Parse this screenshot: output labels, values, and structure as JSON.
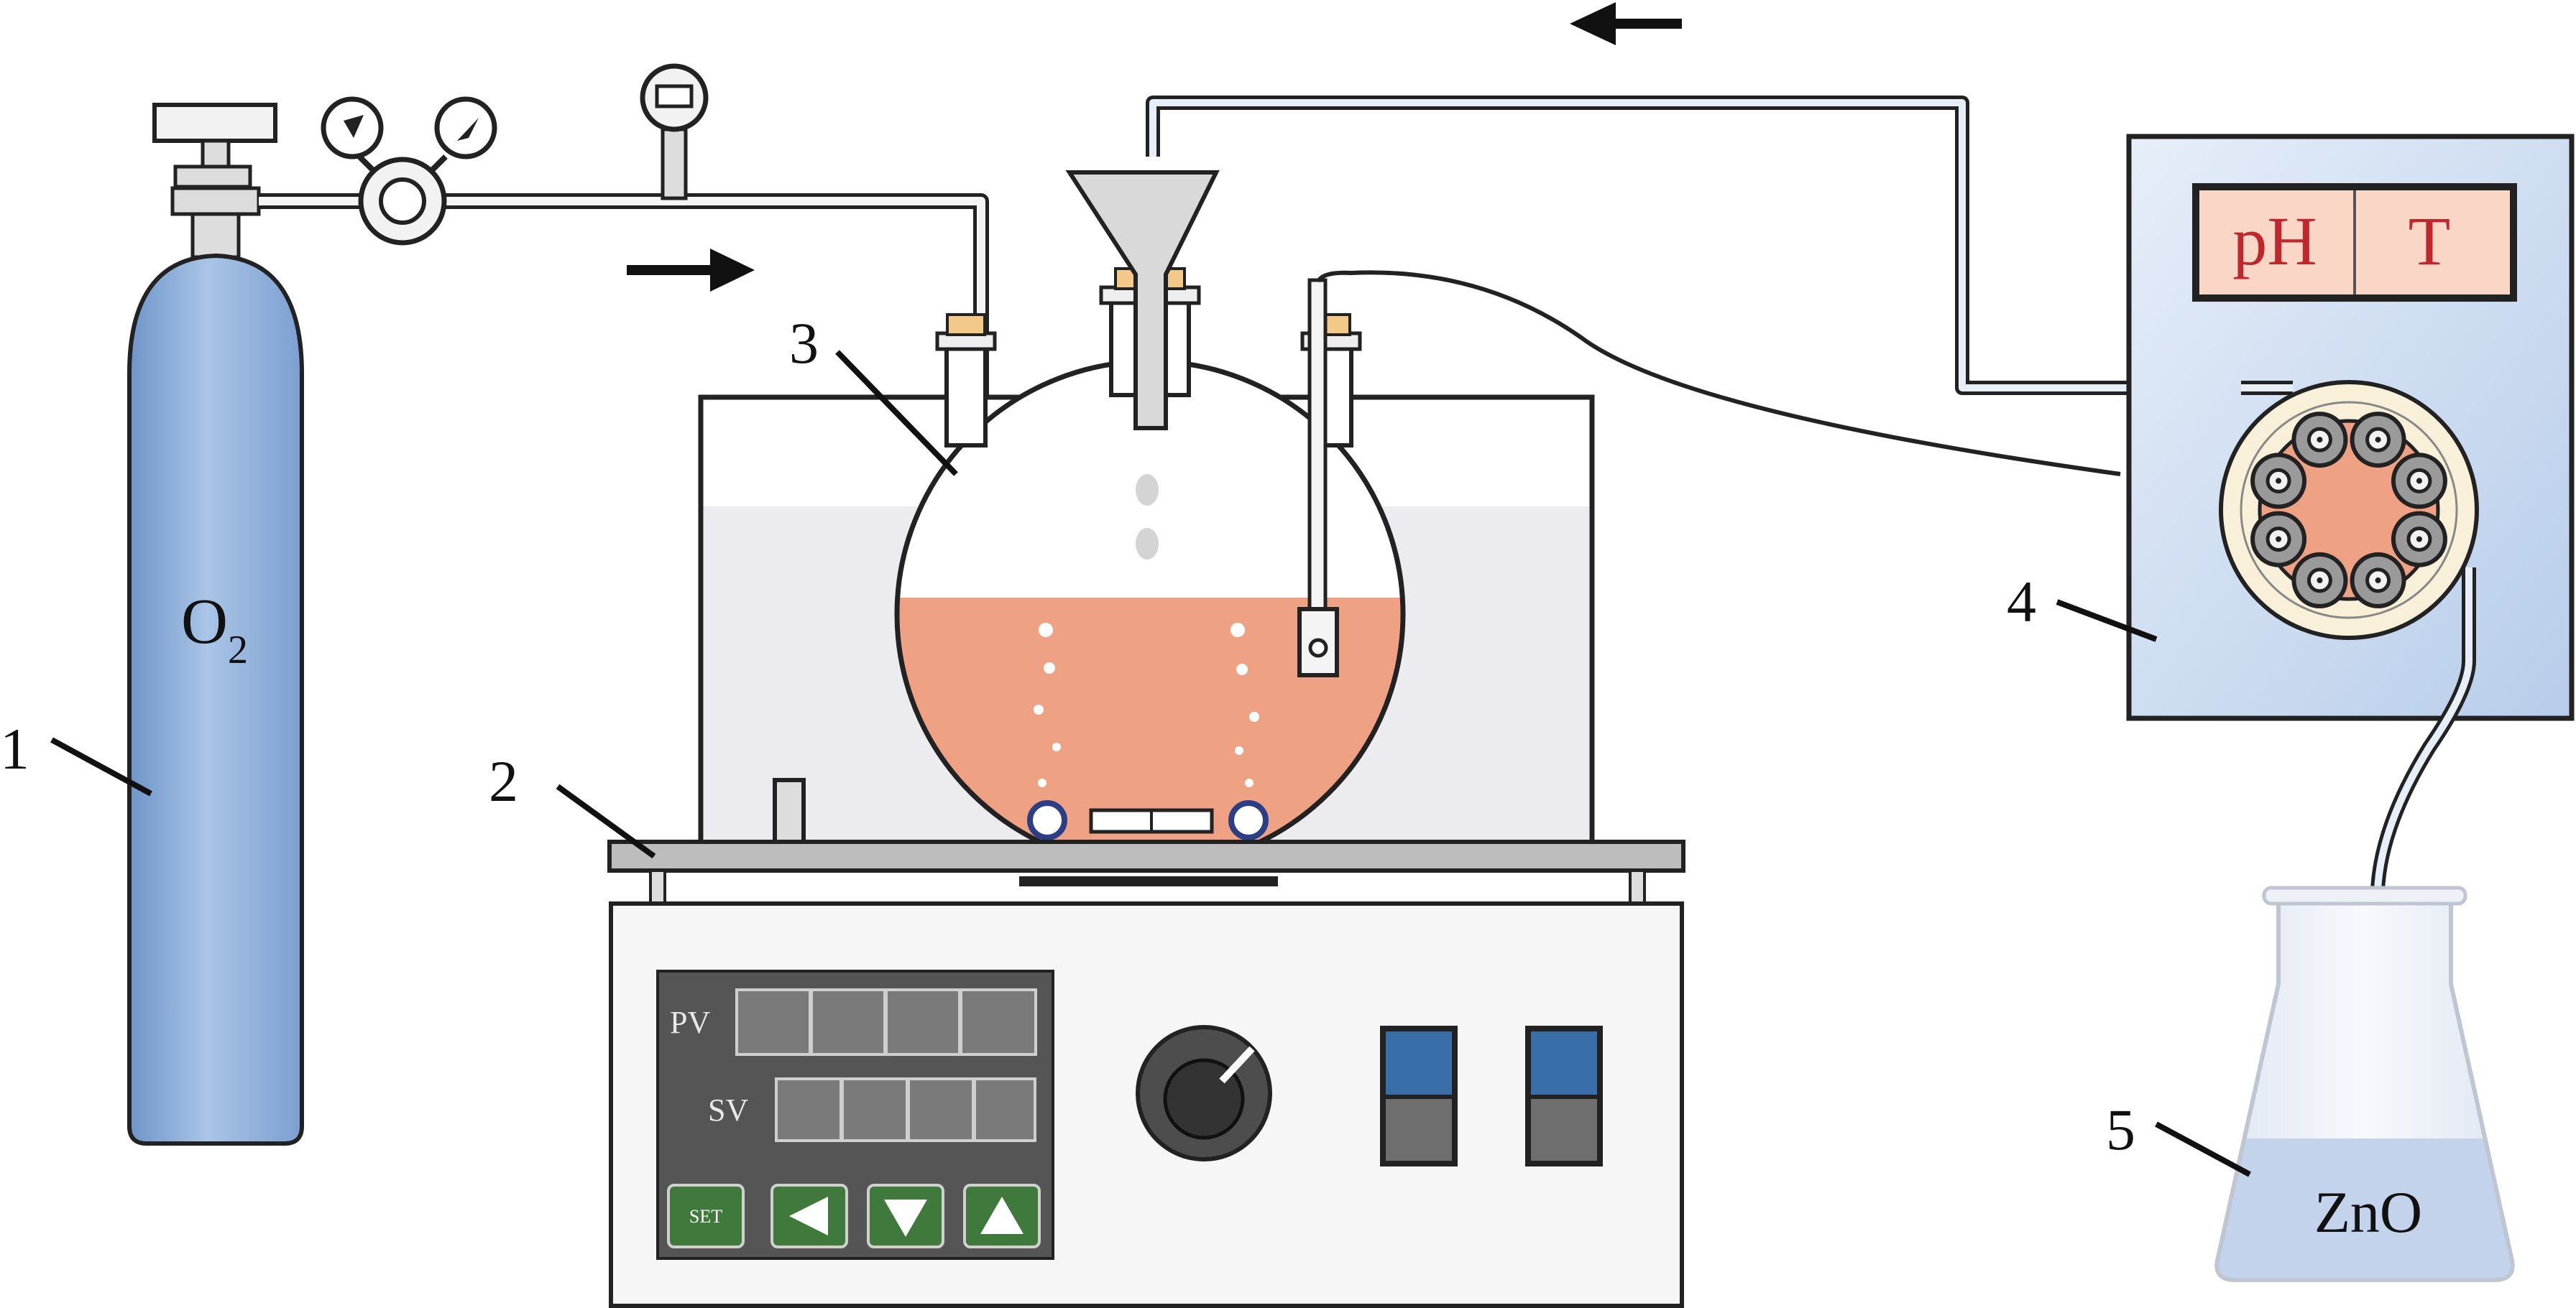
{
  "labels": {
    "cylinder": "1",
    "stirrer": "2",
    "flask": "3",
    "controller": "4",
    "beaker": "5"
  },
  "cylinder_gas": {
    "main": "O",
    "sub": "2"
  },
  "display": {
    "ph": "pH",
    "temp": "T"
  },
  "stirrer_panel": {
    "pv": "PV",
    "sv": "SV",
    "set_button": "SET"
  },
  "beaker_content": "ZnO",
  "colors": {
    "cylinder": "#8fb2dd",
    "solution": "#efa184",
    "controller_body": "#c9d9ef",
    "display_bg": "#fad6c7",
    "display_text": "#c0272d",
    "button_green": "#3f7a3c",
    "switch_blue": "#3a6ea8",
    "beaker_liquid": "#c4d3ec"
  },
  "icons": {
    "flow_right": "arrow-right-icon",
    "flow_left": "arrow-left-icon",
    "left_button": "triangle-left-icon",
    "down_button": "triangle-down-icon",
    "up_button": "triangle-up-icon"
  }
}
